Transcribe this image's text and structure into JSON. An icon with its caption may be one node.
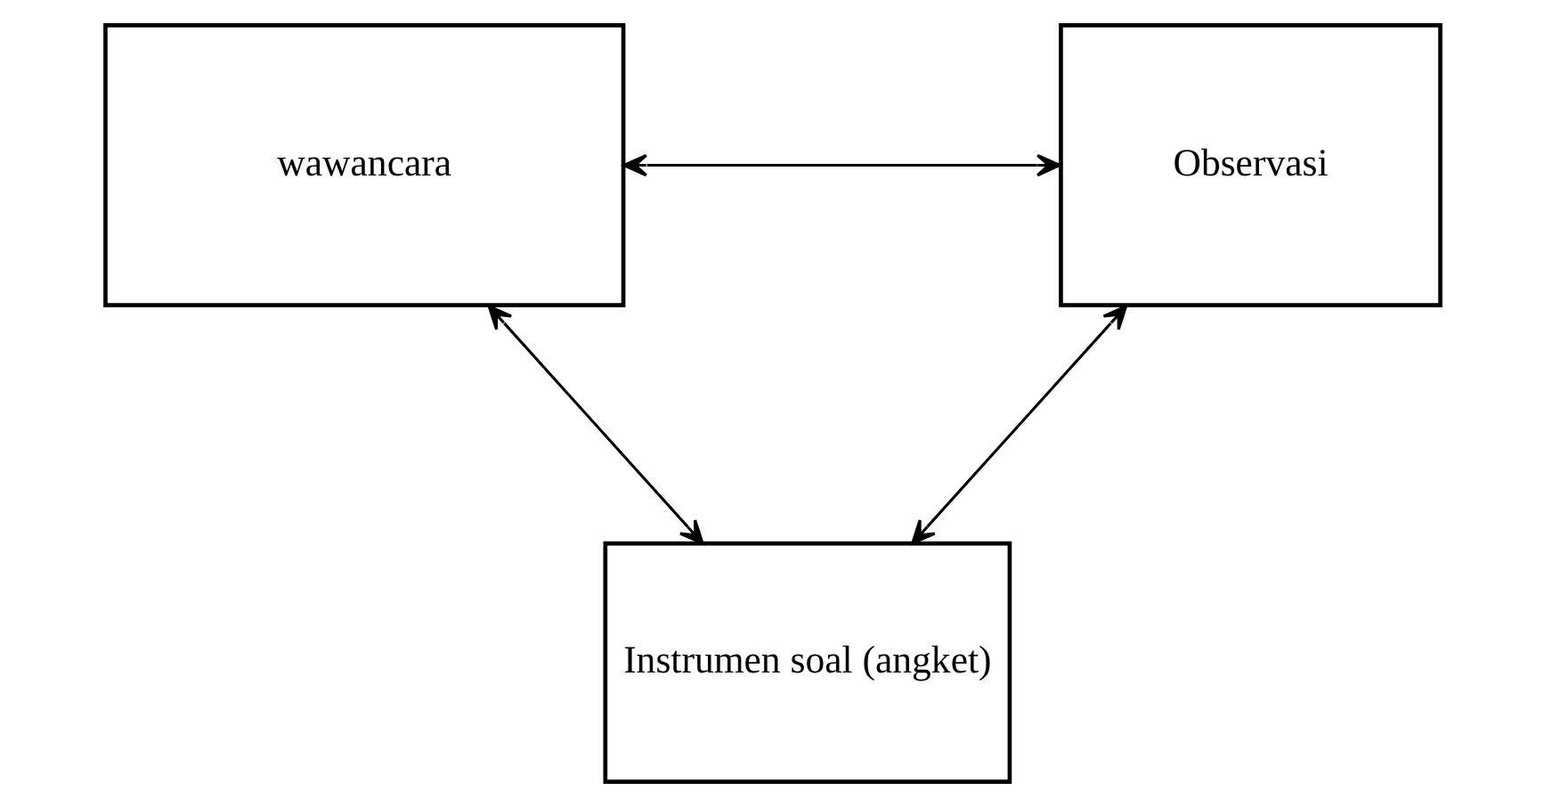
{
  "diagram": {
    "nodes": [
      {
        "text": [
          "wawancara"
        ]
      },
      {
        "text": [
          "Observasi"
        ]
      },
      {
        "text": [
          "Instrumen soal (angket)"
        ]
      }
    ],
    "edges": [
      {
        "from": 0,
        "to": 1,
        "arrow": "both"
      },
      {
        "from": 0,
        "to": 2,
        "arrow": "both"
      },
      {
        "from": 1,
        "to": 2,
        "arrow": "both"
      }
    ]
  }
}
